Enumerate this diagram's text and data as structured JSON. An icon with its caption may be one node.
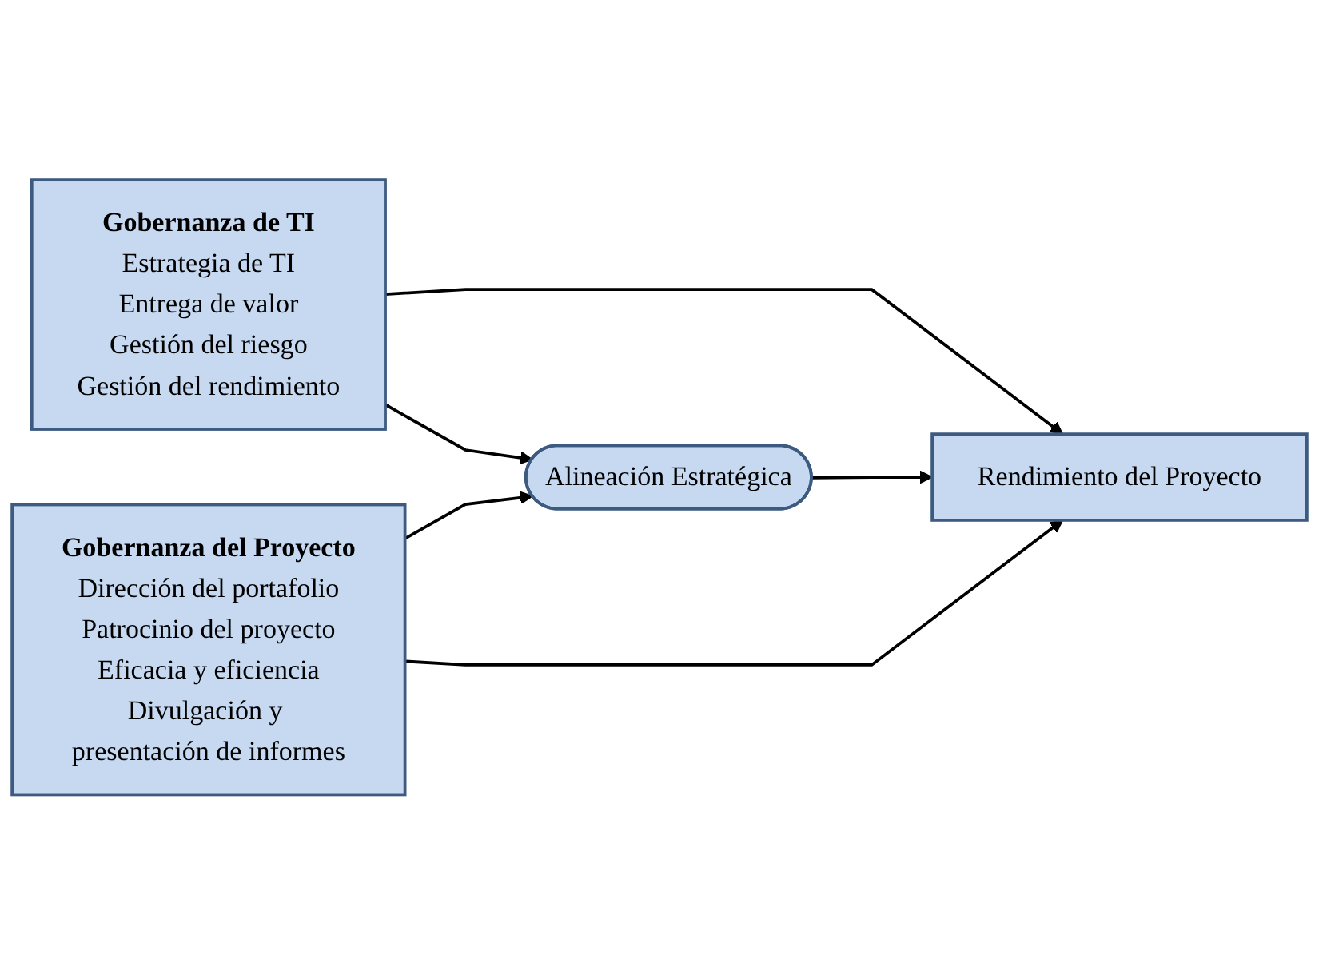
{
  "diagram": {
    "nodes": [
      {
        "text": [
          "Gobernanza de TI",
          "Estrategia de TI",
          "Entrega de valor",
          "Gestión del riesgo",
          "Gestión del rendimiento"
        ]
      },
      {
        "text": [
          "Alineación Estratégica"
        ]
      },
      {
        "text": [
          "Rendimiento del Proyecto"
        ]
      },
      {
        "text": [
          "Gobernanza del Proyecto",
          "Dirección del portafolio",
          "Patrocinio del proyecto",
          "Eficacia y eficiencia",
          "Divulgación y presentación de informes"
        ]
      }
    ],
    "edges": [
      {
        "from": 0,
        "to": 1,
        "arrow": "to"
      },
      {
        "from": 3,
        "to": 1,
        "arrow": "to"
      },
      {
        "from": 0,
        "to": 2,
        "arrow": "to"
      },
      {
        "from": 1,
        "to": 2,
        "arrow": "to"
      },
      {
        "from": 3,
        "to": 2,
        "arrow": "to"
      }
    ]
  }
}
